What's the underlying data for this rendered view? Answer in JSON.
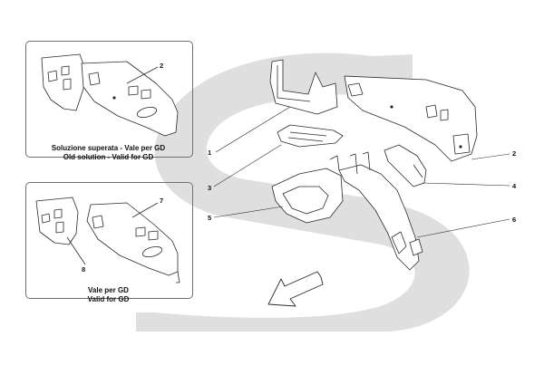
{
  "diagram": {
    "callouts": {
      "inset_a": "2",
      "main_1": "1",
      "main_2": "2",
      "main_3": "3",
      "main_4": "4",
      "main_5": "5",
      "main_6": "6",
      "inset_b_7": "7",
      "inset_b_8": "8"
    },
    "inset_a_caption": {
      "line1": "Soluzione superata - Vale per GD",
      "line2": "Old solution - Valid for GD"
    },
    "inset_b_caption": {
      "line1": "Vale per GD",
      "line2": "Valid for GD"
    },
    "colors": {
      "watermark": "#d9d9d9",
      "line": "#2b2b2b",
      "frame": "#6f6f6f"
    }
  }
}
